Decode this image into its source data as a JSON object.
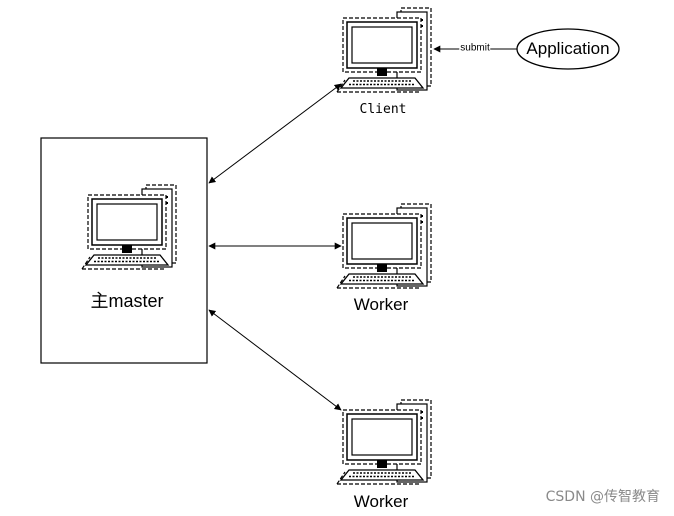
{
  "nodes": {
    "master": {
      "label": "主master"
    },
    "client": {
      "label": "Client"
    },
    "worker_1": {
      "label": "Worker"
    },
    "worker_2": {
      "label": "Worker"
    }
  },
  "application": {
    "label": "Application"
  },
  "edges": {
    "submit_label": "submit"
  },
  "watermark": "CSDN @传智教育",
  "icons": {
    "computer": "computer-icon"
  }
}
